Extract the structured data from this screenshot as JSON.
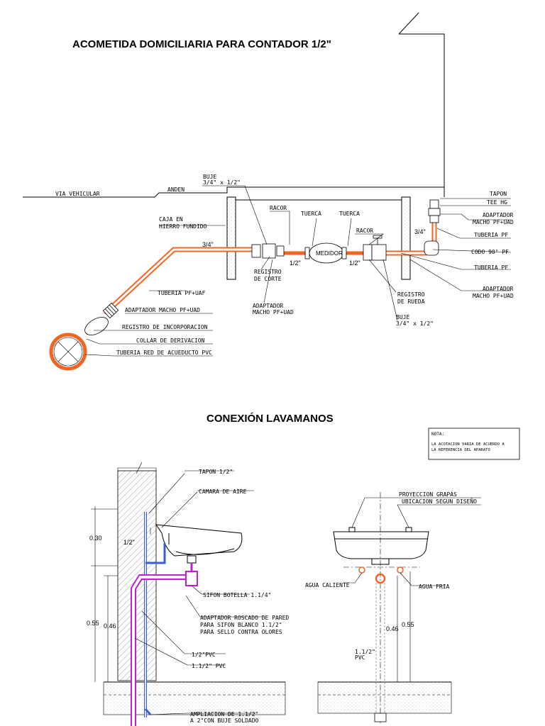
{
  "titles": {
    "acometida": "ACOMETIDA DOMICILIARIA PARA CONTADOR 1/2\"",
    "lavamanos": "CONEXIÓN LAVAMANOS"
  },
  "acometida": {
    "via": "VIA VEHICULAR",
    "anden": "ANDEN",
    "buje_top_1": "BUJE",
    "buje_top_2": "3/4\" x 1/2\"",
    "caja_1": "CAJA EN",
    "caja_2": "HIERRO FUNDIDO",
    "racor_left": "RACOR",
    "tuerca_left": "TUERCA",
    "tuerca_right": "TUERCA",
    "racor_right": "RACOR",
    "d34_left": "3/4\"",
    "d12_left": "1/2\"",
    "d12_right": "1/2\"",
    "d34_right": "3/4\"",
    "medidor": "MEDIDOR",
    "reg_corte_1": "REGISTRO",
    "reg_corte_2": "DE CORTE",
    "adap_bottom_1": "ADAPTADOR",
    "adap_bottom_2": "MACHO PF+UAD",
    "reg_rueda_1": "REGISTRO",
    "reg_rueda_2": "DE RUEDA",
    "buje_bot_1": "BUJE",
    "buje_bot_2": "3/4\" x 1/2\"",
    "tuberia_pf_uaf": "TUBERIA PF+UAF",
    "adap_macho_left": "ADAPTADOR MACHO PF+UAD",
    "reg_incorp": "REGISTRO DE INCORPORACION",
    "collar": "COLLAR DE DERIVACION",
    "tuberia_red": "TUBERIA RED DE ACUEDUCTO PVC",
    "tapon": "TAPON",
    "tee": "TEE HG",
    "adap_r1_1": "ADAPTADOR",
    "adap_r1_2": "MACHO PF+UAD",
    "tuberia_pf_1": "TUBERIA PF",
    "codo": "CODO 90° PF",
    "tuberia_pf_2": "TUBERIA PF",
    "adap_r2_1": "ADAPTADOR",
    "adap_r2_2": "MACHO PF+UAD"
  },
  "lavamanos": {
    "nota_1": "NOTA:",
    "nota_2": "LA ACOTACION VARIA DE ACUERDO A",
    "nota_3": "LA REFERENCIA DEL APARATO",
    "tapon": "TAPON 1/2\"",
    "camara": "CAMARA DE AIRE",
    "d030": "0.30",
    "d12": "1/2\"",
    "d055": "0.55",
    "d046": "0.46",
    "sifon": "SIFON BOTELLA 1.1/4\"",
    "adap_1": "ADAPTADOR ROSCADO DE PARED",
    "adap_2": "PARA SIFON BLANCO 1.1/2\"",
    "adap_3": "PARA SELLO CONTRA OLORES",
    "pvc12": "1/2\"PVC",
    "pvc112": "1.1/2\" PVC",
    "amp_1": "AMPLIACION DE 1.1/2\"",
    "amp_2": "A 2\"CON BUJE SOLDADO",
    "proy": "PROYECCION GRAPAS",
    "ubic": "UBICACION SEGUN DISEÑO",
    "caliente": "AGUA CALIENTE",
    "fria": "AGUA FRIA",
    "r046": "0.46",
    "r055": "0.55",
    "pvc_r1": "1.1/2\"",
    "pvc_r2": "PVC"
  },
  "colors": {
    "pipe_orange": "#f26522",
    "pipe_blue": "#3a5fd0",
    "pipe_magenta": "#c020d0"
  }
}
